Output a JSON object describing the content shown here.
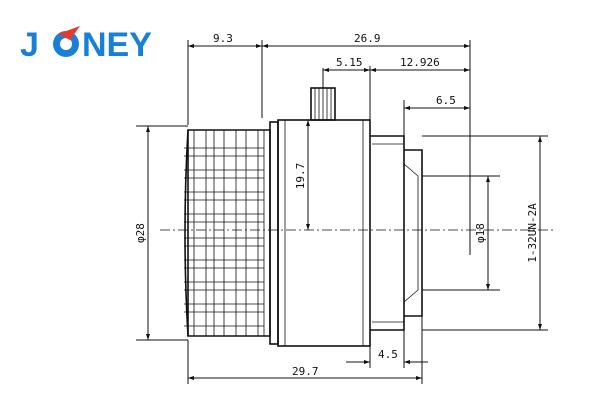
{
  "logo": {
    "letters": [
      "J",
      "NEY"
    ],
    "text": "JONEY",
    "colors": {
      "primary": "#1a7fd6",
      "accent": "#e63a2e"
    }
  },
  "dimensions": {
    "flange_width": "9.3",
    "overall_upper": "26.9",
    "screw_offset": "5.15",
    "back_section": "12.926",
    "mount_depth": "6.5",
    "body_height": "19.7",
    "outer_diameter": "φ28",
    "inner_diameter": "φ18",
    "thread": "1-32UN-2A",
    "mount_length": "4.5",
    "overall_length": "29.7"
  }
}
